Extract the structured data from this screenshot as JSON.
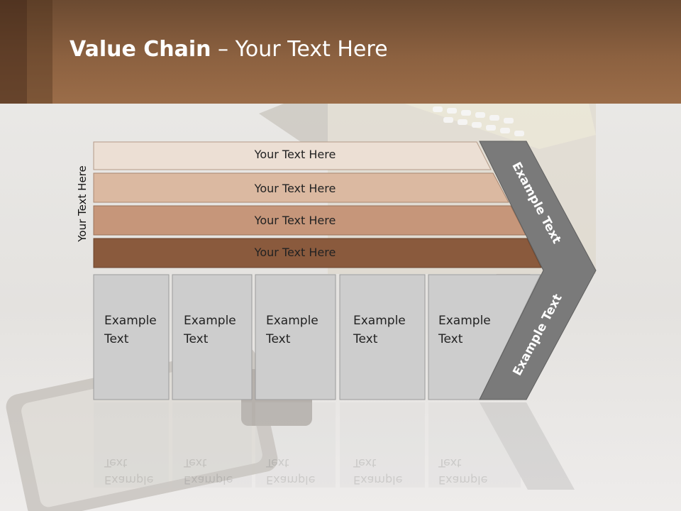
{
  "slide": {
    "title_bold": "Value Chain",
    "title_rest": " – Your Text Here",
    "side_label": "Your Text Here",
    "support_rows": [
      {
        "label": "Your Text Here",
        "color": "#ecdfd4"
      },
      {
        "label": "Your Text Here",
        "color": "#dbb9a1"
      },
      {
        "label": "Your Text Here",
        "color": "#c6967a"
      },
      {
        "label": "Your Text Here",
        "color": "#8a5a3d"
      }
    ],
    "primary_cells": [
      {
        "line1": "Example",
        "line2": "Text"
      },
      {
        "line1": "Example",
        "line2": "Text"
      },
      {
        "line1": "Example",
        "line2": "Text"
      },
      {
        "line1": "Example",
        "line2": "Text"
      },
      {
        "line1": "Example",
        "line2": "Text"
      }
    ],
    "chevron_upper_label": "Example Text",
    "chevron_lower_label": "Example Text",
    "chevron_color": "#7a7a7a",
    "cell_color": "#cdcdcd",
    "header_color": "#8c6140"
  }
}
